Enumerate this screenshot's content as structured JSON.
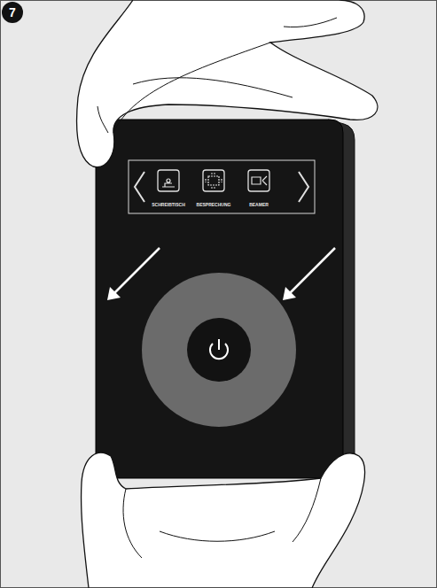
{
  "diagram": {
    "labels": [
      "7",
      "SCHREIBTISCH",
      "BESPRECHUNG",
      "BEAMER"
    ]
  }
}
